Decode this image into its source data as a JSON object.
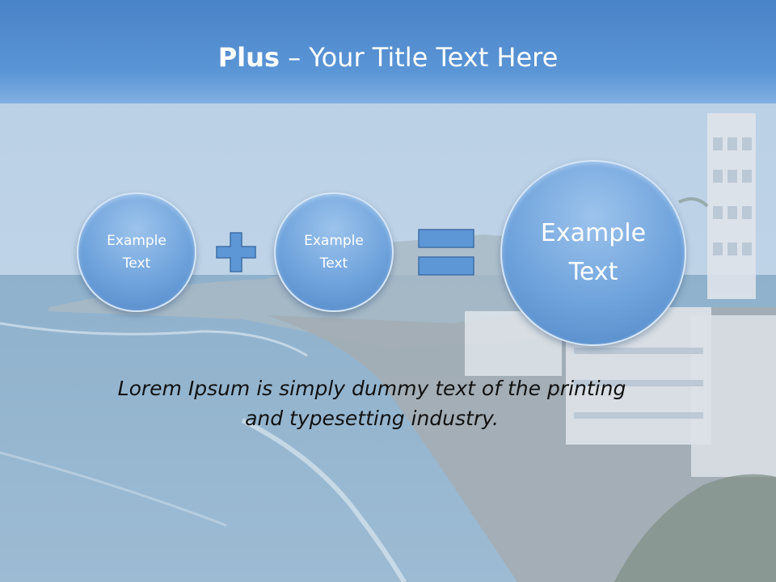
{
  "slide": {
    "title_bold": "Plus",
    "title_rest": " – Your Title Text Here",
    "circles": [
      {
        "line1": "Example",
        "line2": "Text"
      },
      {
        "line1": "Example",
        "line2": "Text"
      },
      {
        "line1": "Example",
        "line2": "Text"
      }
    ],
    "caption_line1": "Lorem Ipsum is simply dummy text of the printing",
    "caption_line2": "and typesetting industry.",
    "icons": {
      "plus": "plus-icon",
      "equals": "equals-icon"
    },
    "colors": {
      "title_bar": "#4a84c8",
      "circle_fill": "#6fa3dc",
      "symbol_fill": "#5d97d6"
    }
  }
}
